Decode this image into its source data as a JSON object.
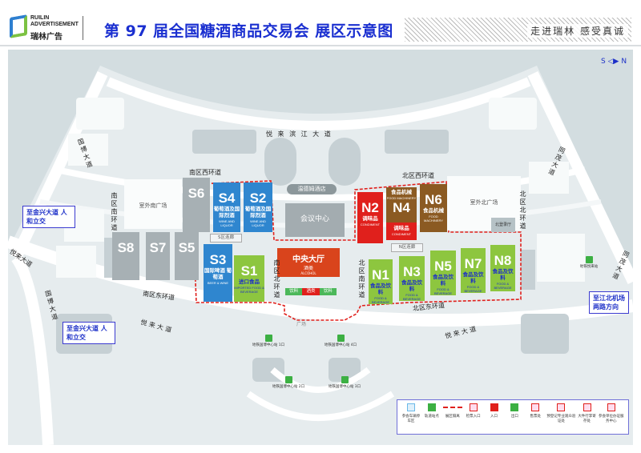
{
  "header": {
    "logo_en": "RUILIN ADVERTISEMENT",
    "logo_cn": "瑞林广告",
    "title": "第 97 届全国糖酒商品交易会  展区示意图",
    "slogan": "走进瑞林  感受真诚"
  },
  "compass": {
    "s": "S",
    "n": "N"
  },
  "buildings": {
    "hotel": "温德姆酒店",
    "conference": "会议中心",
    "central_hall": "中央大厅",
    "central_cat": "酒类",
    "central_cat_en": "ALCOHOL",
    "south_plaza": "室外南广场",
    "north_plaza": "室外北广场",
    "south_corridor": "S区连廊",
    "north_corridor": "N区连廊",
    "north_lobby": "北登录厅",
    "square": "广场",
    "bar": [
      "饮料",
      "酒类",
      "饮料"
    ]
  },
  "halls": {
    "S6": {
      "id": "S6"
    },
    "S8": {
      "id": "S8"
    },
    "S7": {
      "id": "S7"
    },
    "S5": {
      "id": "S5"
    },
    "S4": {
      "id": "S4",
      "cn": "葡萄酒及国际烈酒",
      "en": "WINE AND LIQUOR"
    },
    "S2": {
      "id": "S2",
      "cn": "葡萄酒及国际烈酒",
      "en": "WINE AND LIQUOR"
    },
    "S3": {
      "id": "S3",
      "cn": "国际啤酒 葡萄酒",
      "en": "BEER & WINE"
    },
    "S1": {
      "id": "S1",
      "cn": "进口食品",
      "en": "IMPORTED FOOD & BEVERAGE"
    },
    "N2": {
      "id": "N2",
      "cn": "调味品",
      "en": "CONDIMENT"
    },
    "N4": {
      "id": "N4",
      "cn": "食品机械",
      "en": "FOOD MACHINERY",
      "cn2": "调味品",
      "en2": "CONDIMENT"
    },
    "N6": {
      "id": "N6",
      "cn": "食品机械",
      "en": "FOOD MACHINERY"
    },
    "N1": {
      "id": "N1",
      "cn": "食品及饮料",
      "en": "FOOD & BEVERAGE"
    },
    "N3": {
      "id": "N3",
      "cn": "食品及饮料",
      "en": "FOOD & BEVERAGE"
    },
    "N5": {
      "id": "N5",
      "cn": "食品及饮料",
      "en": "FOOD & BEVERAGE"
    },
    "N7": {
      "id": "N7",
      "cn": "食品及饮料",
      "en": "FOOD & BEVERAGE"
    },
    "N8": {
      "id": "N8",
      "cn": "食品及饮料",
      "en": "FOOD & BEVERAGE"
    }
  },
  "roads": {
    "binjiang": "悦 来 滨 江 大 道",
    "s_west": "南区西环道",
    "n_west": "北区西环道",
    "s_south": "南区南环道",
    "s_north": "南区北环道",
    "n_south": "北区南环道",
    "n_north": "北区北环道",
    "s_east": "南区东环道",
    "n_east": "北区东环道",
    "yuelai": "悦 来 大 道",
    "yuelai2": "悦 来 大 道",
    "yuelai3": "悦来大道",
    "guobo": "国博大道",
    "guobo2": "国博大道",
    "tongmao": "同茂大道",
    "tongmao2": "同茂大道"
  },
  "callouts": {
    "a": "至金兴大道 人和立交",
    "b": "至金兴大道 人和立交",
    "c": "至江北机场 两路方向"
  },
  "metro": {
    "m1": "地铁国博中心站 1口",
    "m4": "地铁国博中心站 4口",
    "m2": "地铁国博中心站 2口",
    "m3": "地铁国博中心站 3口",
    "yuelai": "地铁悦来站"
  },
  "legend": [
    "参会车辆停车区",
    "轨道站点",
    "展区隔离",
    "检票入口",
    "入口",
    "出口",
    "售票处",
    "预登记专业观众验证处",
    "大件行李寄存处",
    "参会单位办证服务中心"
  ],
  "colors": {
    "title": "#1a2fd0",
    "blue_hall": "#2f86cf",
    "green_hall": "#8dc63f",
    "red_hall": "#e0201c",
    "brown_hall": "#8b5a22",
    "central": "#d9441c",
    "boundary": "#e0201c"
  }
}
